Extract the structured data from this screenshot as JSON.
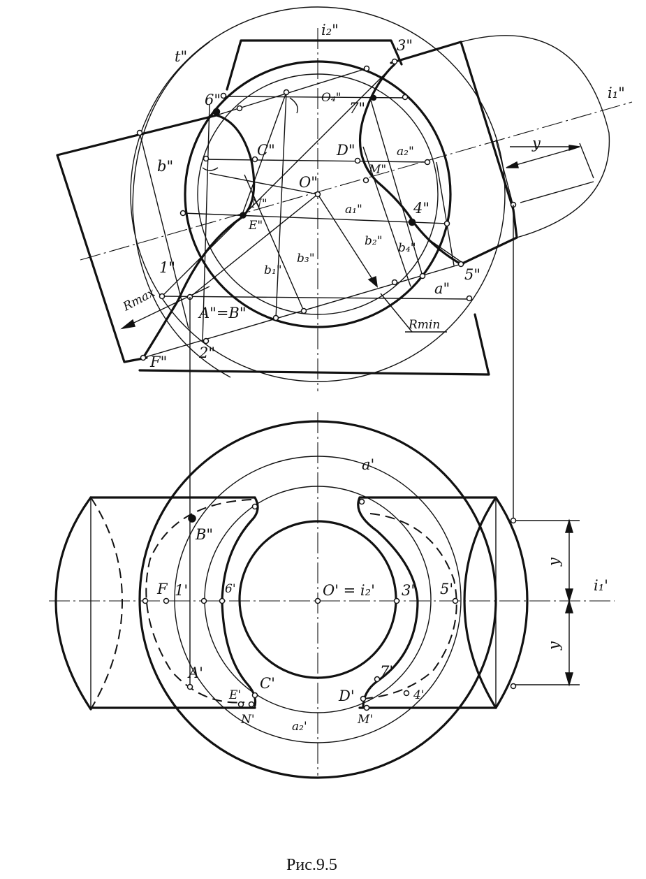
{
  "caption": "Рис.9.5",
  "colors": {
    "ink": "#111111",
    "paper": "#ffffff"
  },
  "labels_front": {
    "t": "t\"",
    "i2": "i₂\"",
    "i1": "i₁\"",
    "p3": "3\"",
    "p6": "6\"",
    "p7": "7\"",
    "o4": "O₄\"",
    "c": "C\"",
    "d": "D\"",
    "a2": "a₂\"",
    "m": "M\"",
    "b": "b\"",
    "o": "O\"",
    "n": "N\"",
    "e": "E\"",
    "a1": "a₁\"",
    "b1": "b₁\"",
    "b2": "b₂\"",
    "b3": "b₃\"",
    "b4": "b₄\"",
    "p4": "4\"",
    "p1": "1\"",
    "p5": "5\"",
    "a": "a\"",
    "ab": "A\"=B\"",
    "rmax": "Rmax",
    "rmin": "Rmin",
    "f": "F\"",
    "p2": "2\"",
    "y": "y"
  },
  "labels_top": {
    "a": "a'",
    "b": "B\"",
    "f": "F",
    "p1": "1'",
    "p6": "6'",
    "o": "O' = i₂'",
    "p3": "3'",
    "p5": "5'",
    "i1": "i₁'",
    "y1": "y",
    "y2": "y",
    "a_low": "A'",
    "c": "C'",
    "e": "E'",
    "n": "N'",
    "a2": "a₂'",
    "d": "D'",
    "p7": "7'",
    "p4": "4'",
    "m": "M'"
  }
}
